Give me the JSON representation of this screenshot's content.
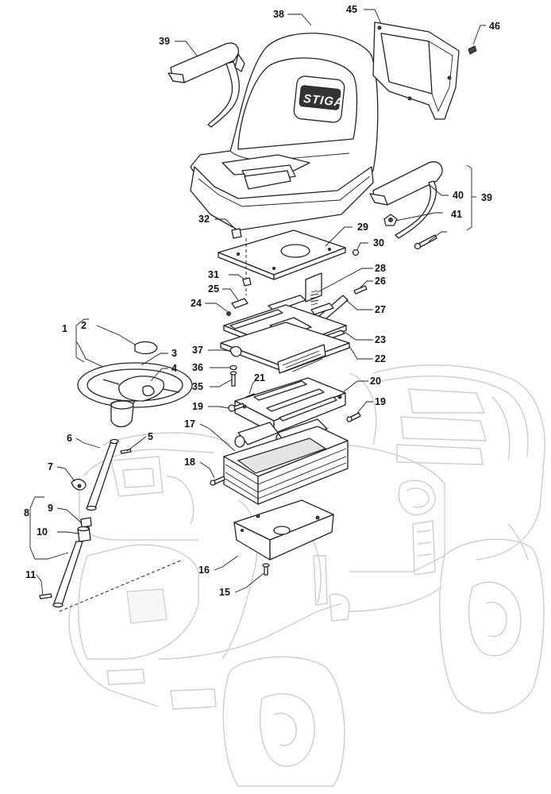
{
  "diagram": {
    "seat_logo": "STIGA",
    "callouts": [
      {
        "id": "c38",
        "text": "38"
      },
      {
        "id": "c45",
        "text": "45"
      },
      {
        "id": "c46",
        "text": "46"
      },
      {
        "id": "c39a",
        "text": "39"
      },
      {
        "id": "c39b",
        "text": "39"
      },
      {
        "id": "c40",
        "text": "40"
      },
      {
        "id": "c41",
        "text": "41"
      },
      {
        "id": "c32",
        "text": "32"
      },
      {
        "id": "c29",
        "text": "29"
      },
      {
        "id": "c30",
        "text": "30"
      },
      {
        "id": "c31",
        "text": "31"
      },
      {
        "id": "c28",
        "text": "28"
      },
      {
        "id": "c26",
        "text": "26"
      },
      {
        "id": "c25",
        "text": "25"
      },
      {
        "id": "c24",
        "text": "24"
      },
      {
        "id": "c27",
        "text": "27"
      },
      {
        "id": "c23",
        "text": "23"
      },
      {
        "id": "c22",
        "text": "22"
      },
      {
        "id": "c1",
        "text": "1"
      },
      {
        "id": "c2",
        "text": "2"
      },
      {
        "id": "c3",
        "text": "3"
      },
      {
        "id": "c4",
        "text": "4"
      },
      {
        "id": "c37",
        "text": "37"
      },
      {
        "id": "c36",
        "text": "36"
      },
      {
        "id": "c35",
        "text": "35"
      },
      {
        "id": "c21",
        "text": "21"
      },
      {
        "id": "c20",
        "text": "20"
      },
      {
        "id": "c19a",
        "text": "19"
      },
      {
        "id": "c19b",
        "text": "19"
      },
      {
        "id": "c17",
        "text": "17"
      },
      {
        "id": "c6",
        "text": "6"
      },
      {
        "id": "c5",
        "text": "5"
      },
      {
        "id": "c7",
        "text": "7"
      },
      {
        "id": "c18",
        "text": "18"
      },
      {
        "id": "c8",
        "text": "8"
      },
      {
        "id": "c9",
        "text": "9"
      },
      {
        "id": "c10",
        "text": "10"
      },
      {
        "id": "c11",
        "text": "11"
      },
      {
        "id": "c16",
        "text": "16"
      },
      {
        "id": "c15",
        "text": "15"
      }
    ]
  }
}
